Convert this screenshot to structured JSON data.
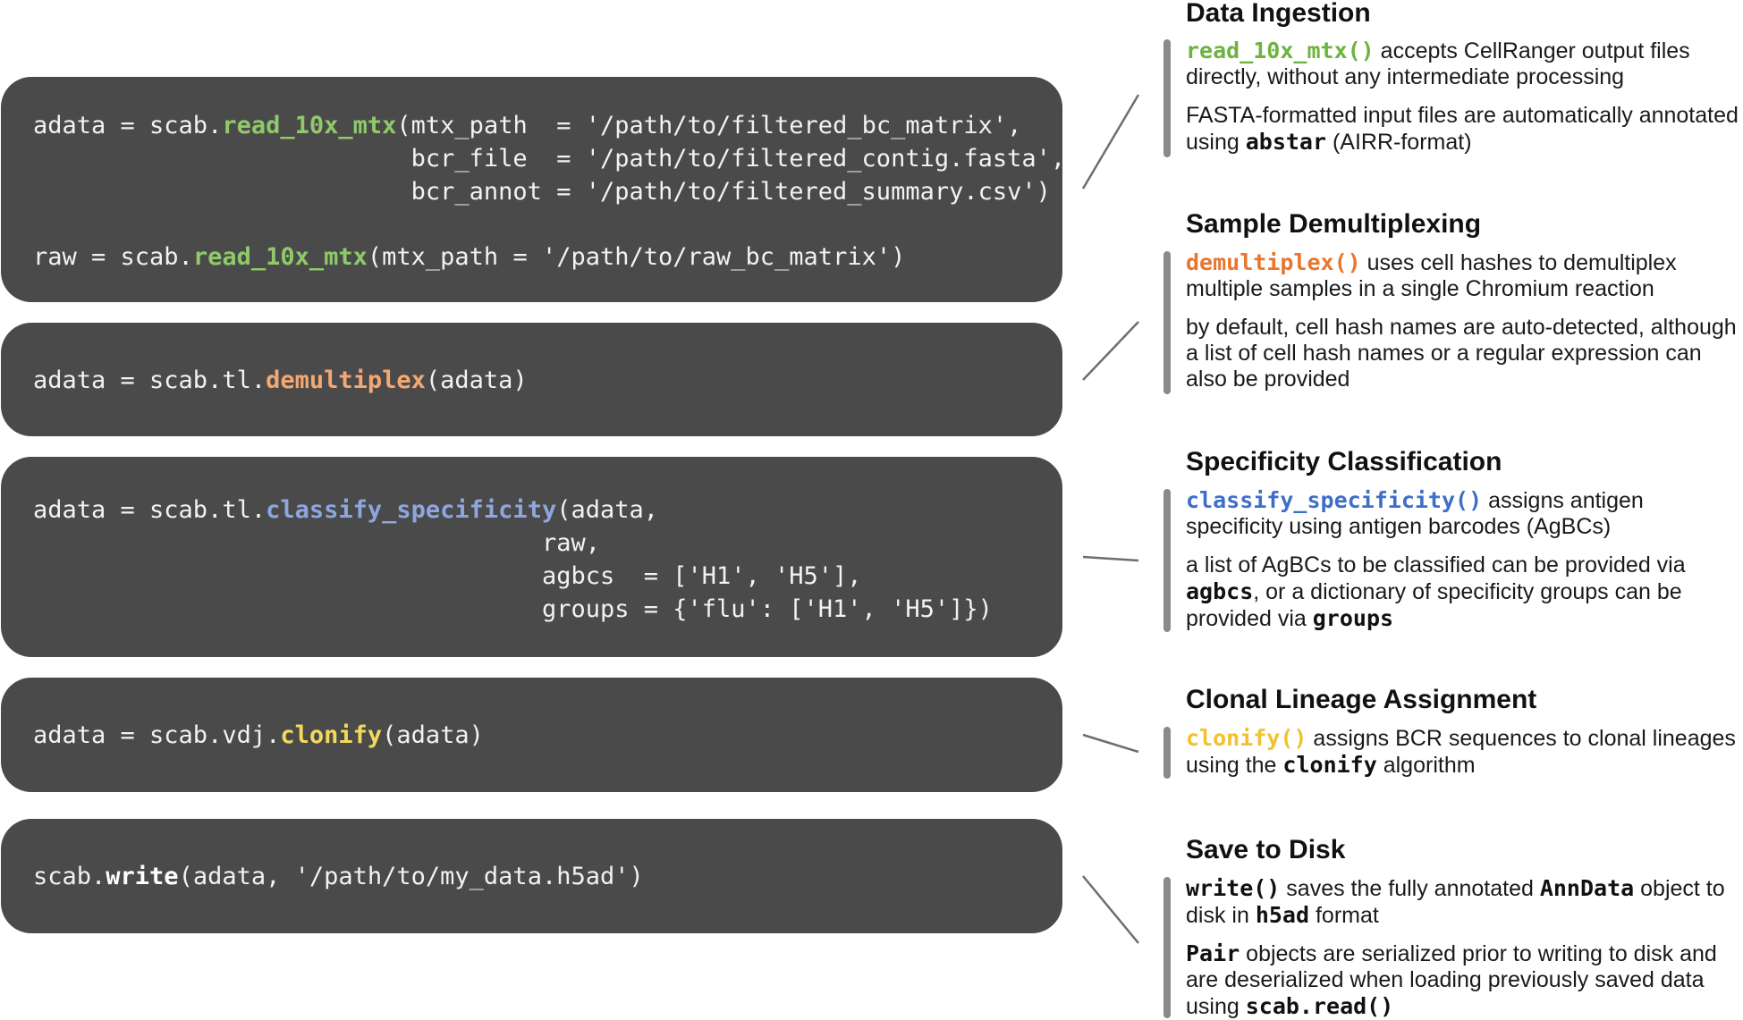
{
  "code_blocks": {
    "ingestion": {
      "line1": {
        "pre": "adata = scab.",
        "fn": "read_10x_mtx",
        "post": "(mtx_path  = '/path/to/filtered_bc_matrix',"
      },
      "line2": "                          bcr_file  = '/path/to/filtered_contig.fasta',",
      "line3": "                          bcr_annot = '/path/to/filtered_summary.csv')",
      "line4": {
        "pre": "raw = scab.",
        "fn": "read_10x_mtx",
        "post": "(mtx_path = '/path/to/raw_bc_matrix')"
      }
    },
    "demultiplex": {
      "line1": {
        "pre": "adata = scab.tl.",
        "fn": "demultiplex",
        "post": "(adata)"
      }
    },
    "specificity": {
      "line1": {
        "pre": "adata = scab.tl.",
        "fn": "classify_specificity",
        "post": "(adata,"
      },
      "line2": "                                   raw,",
      "line3": "                                   agbcs  = ['H1', 'H5'],",
      "line4": "                                   groups = {'flu': ['H1', 'H5']})"
    },
    "clonify": {
      "line1": {
        "pre": "adata = scab.vdj.",
        "fn": "clonify",
        "post": "(adata)"
      }
    },
    "write": {
      "line1": {
        "pre": "scab.",
        "fn": "write",
        "post": "(adata, '/path/to/my_data.h5ad')"
      }
    }
  },
  "sections": {
    "ingestion": {
      "title": "Data Ingestion",
      "p1": {
        "code": "read_10x_mtx()",
        "text": " accepts  CellRanger output files directly, without any intermediate processing"
      },
      "p2": {
        "text1": "FASTA-formatted input files are automatically annotated using ",
        "code": "abstar",
        "text2": " (AIRR-format)"
      }
    },
    "demultiplexing": {
      "title": "Sample Demultiplexing",
      "p1": {
        "code": "demultiplex()",
        "text": " uses cell hashes to demultiplex multiple samples in a single Chromium reaction"
      },
      "p2": {
        "text": "by default, cell hash names are auto-detected, although a list of cell hash names or a regular expression can also be provided"
      }
    },
    "specificity": {
      "title": "Specificity Classification",
      "p1": {
        "code": "classify_specificity()",
        "text": " assigns antigen specificity using antigen barcodes (AgBCs)"
      },
      "p2": {
        "text1": "a list of AgBCs to be classified can be provided via ",
        "code1": "agbcs",
        "text2": ", or a dictionary of specificity groups can be provided via ",
        "code2": "groups"
      }
    },
    "clonal": {
      "title": "Clonal Lineage Assignment",
      "p1": {
        "code1": "clonify()",
        "text1": " assigns BCR sequences to clonal lineages using the ",
        "code2": "clonify",
        "text2": " algorithm"
      }
    },
    "save": {
      "title": "Save to Disk",
      "p1": {
        "code1": "write()",
        "text1": " saves the fully annotated ",
        "code2": "AnnData",
        "text2": " object to disk in ",
        "code3": "h5ad",
        "text3": " format"
      },
      "p2": {
        "code1": "Pair",
        "text1": " objects are serialized prior to writing to disk and are deserialized when loading previously saved data using ",
        "code2": "scab.read()"
      }
    }
  },
  "colors": {
    "panel_bg": "#4a4a4a",
    "green": "#6db33f",
    "orange": "#e8772e",
    "blue": "#3e6fc8",
    "yellow": "#f2c12e",
    "bar_gray": "#8a8a8a"
  }
}
